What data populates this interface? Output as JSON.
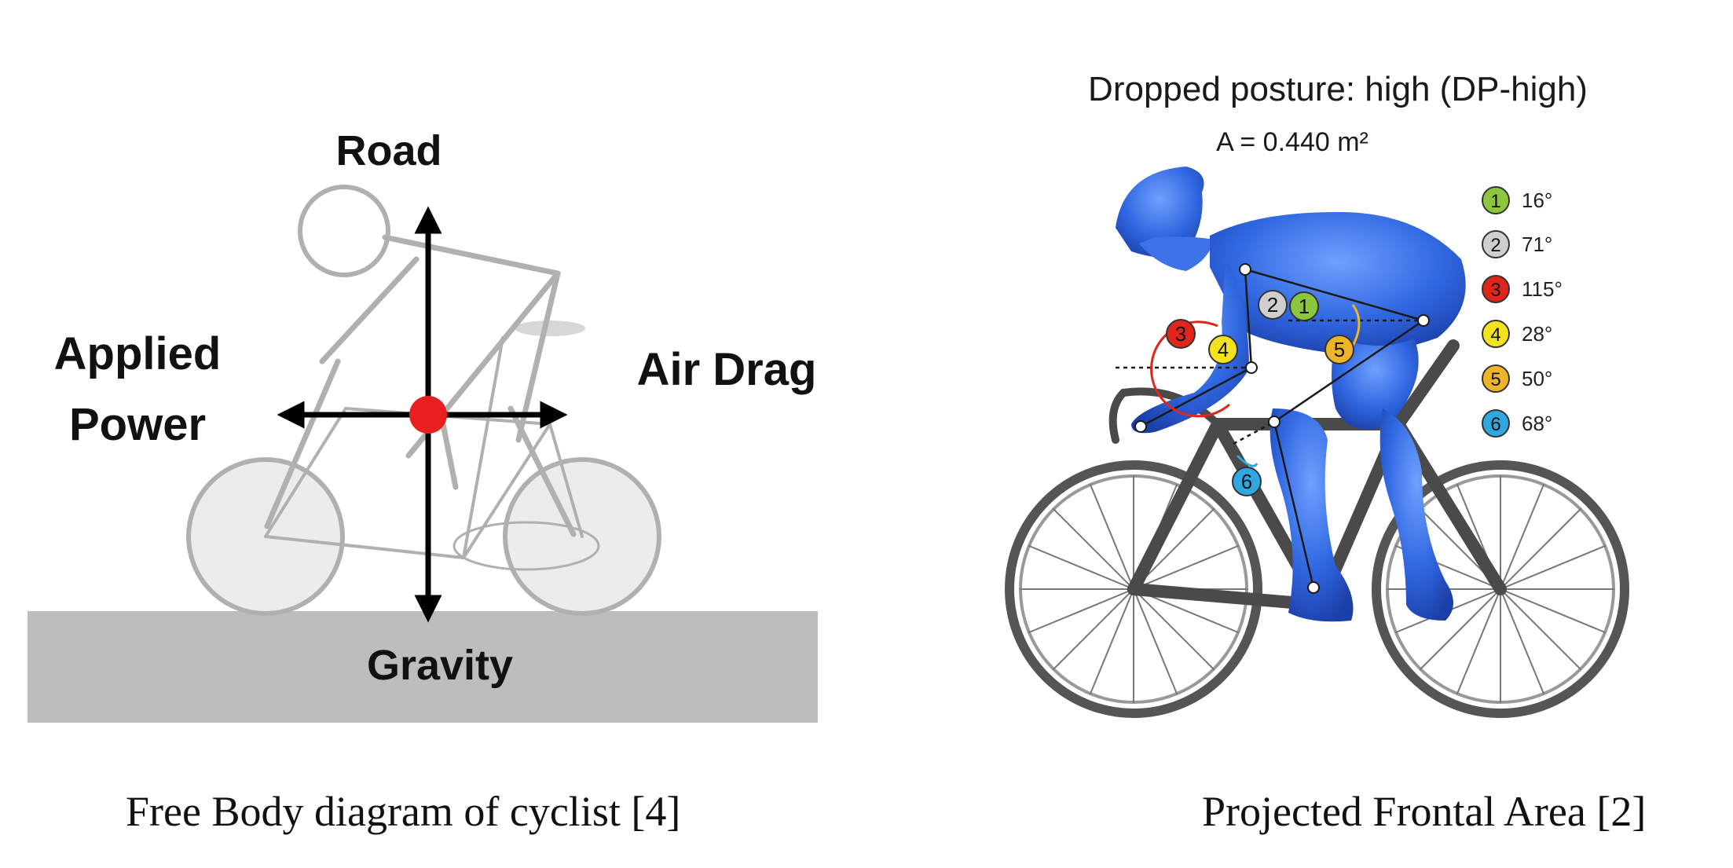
{
  "left_panel": {
    "label_road": "Road",
    "label_applied_1": "Applied",
    "label_applied_2": "Power",
    "label_air_drag": "Air Drag",
    "label_gravity": "Gravity",
    "caption": "Free Body diagram of cyclist [4]"
  },
  "right_panel": {
    "title": "Dropped posture: high (DP-high)",
    "area": "A = 0.440 m²",
    "caption": "Projected Frontal Area [2]",
    "angles": [
      {
        "num": "1",
        "value": "16°",
        "color": "#8cc63f"
      },
      {
        "num": "2",
        "value": "71°",
        "color": "#cfcfcf"
      },
      {
        "num": "3",
        "value": "115°",
        "color": "#e0261b"
      },
      {
        "num": "4",
        "value": "28°",
        "color": "#f4e21f"
      },
      {
        "num": "5",
        "value": "50°",
        "color": "#f0b429"
      },
      {
        "num": "6",
        "value": "68°",
        "color": "#2fa7e0"
      }
    ]
  }
}
